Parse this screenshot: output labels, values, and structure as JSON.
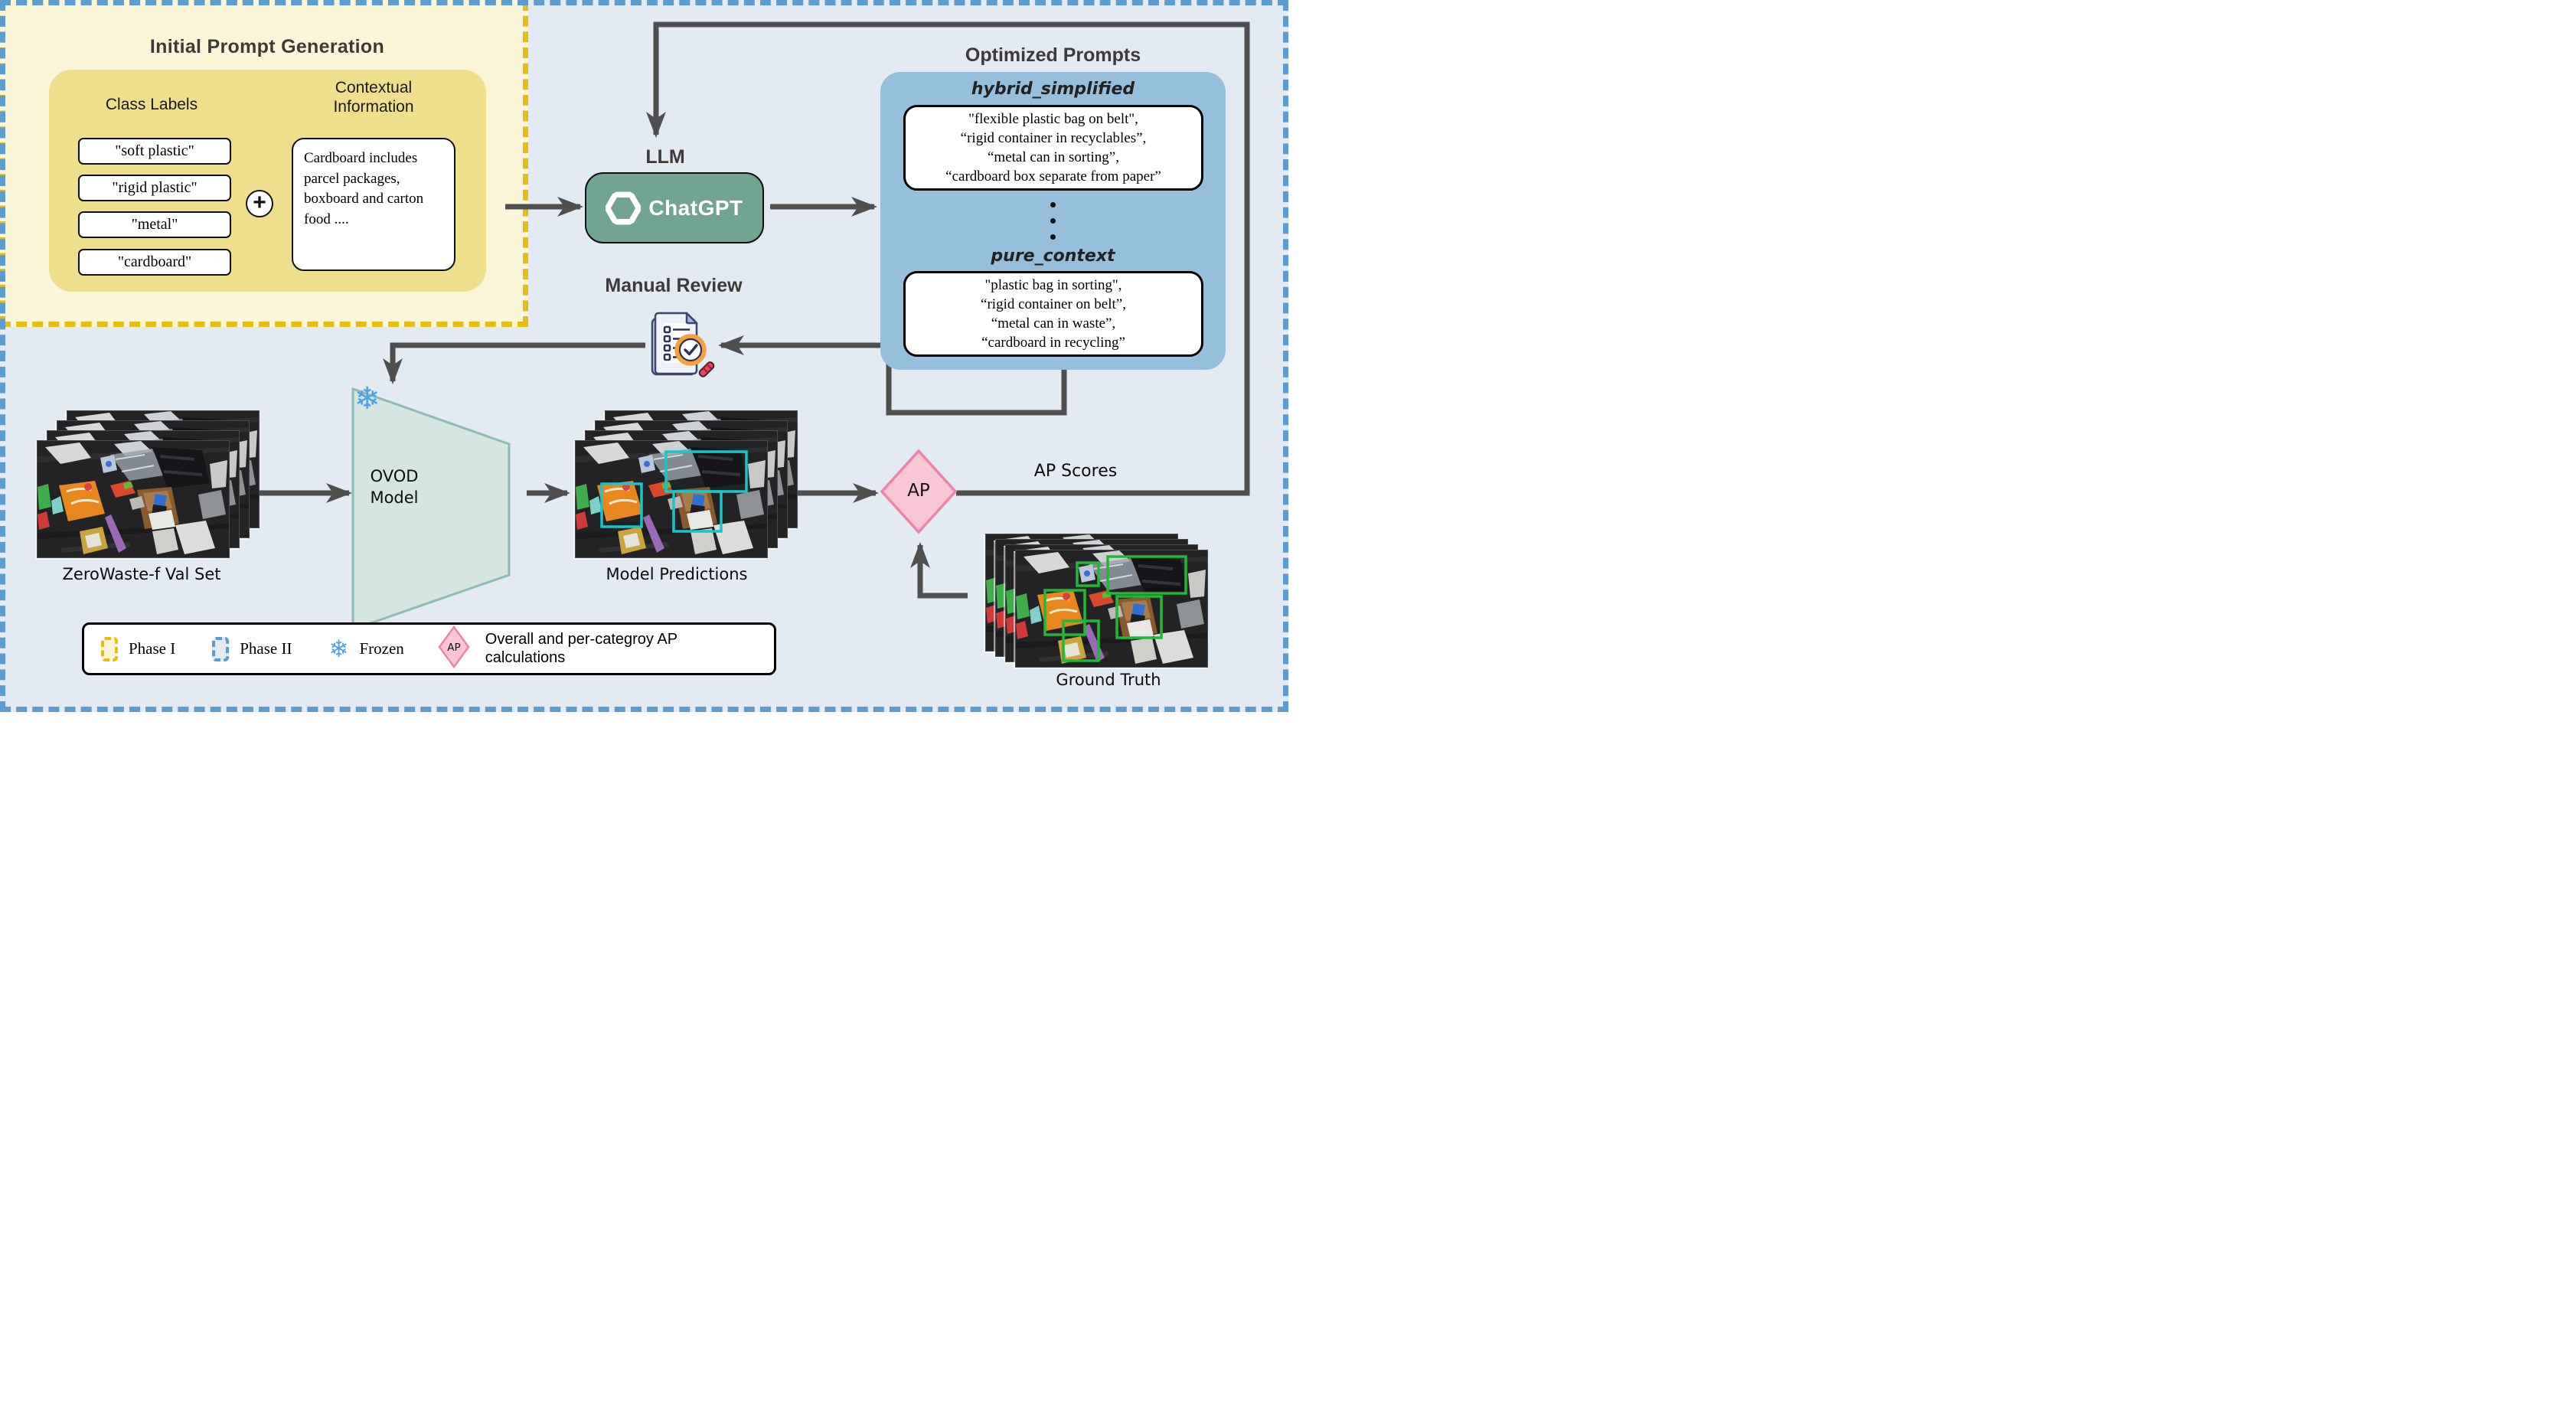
{
  "phase1": {
    "title": "Initial Prompt Generation",
    "class_labels_title": "Class Labels",
    "class_labels": [
      "\"soft plastic\"",
      "\"rigid plastic\"",
      "\"metal\"",
      "\"cardboard\""
    ],
    "plus_sign": "+",
    "context_title": "Contextual Information",
    "context_text": "Cardboard includes parcel packages, boxboard and carton food ...."
  },
  "llm": {
    "label": "LLM",
    "chatgpt_label": "ChatGPT"
  },
  "manual_review": {
    "label": "Manual Review"
  },
  "optimized_prompts": {
    "title": "Optimized Prompts",
    "hybrid_title": "hybrid_simplified",
    "hybrid_lines": [
      "\"flexible plastic bag on belt\",",
      "“rigid container in recyclables”,",
      "“metal can in sorting”,",
      "“cardboard box separate from paper”"
    ],
    "pure_title": "pure_context",
    "pure_lines": [
      "\"plastic bag in sorting\",",
      "“rigid container on belt”,",
      "“metal can in waste”,",
      "“cardboard in recycling”"
    ]
  },
  "pipeline": {
    "val_set_label": "ZeroWaste-f Val Set",
    "ovod_line1": "OVOD",
    "ovod_line2": "Model",
    "predictions_label": "Model Predictions",
    "ap_label": "AP",
    "ap_scores_label": "AP Scores",
    "ground_truth_label": "Ground Truth"
  },
  "legend": {
    "phase1_label": "Phase I",
    "phase2_label": "Phase II",
    "frozen_label": "Frozen",
    "ap_label": "AP",
    "ap_description": "Overall and per-categroy AP calculations"
  },
  "icons": {
    "snowflake": "❄"
  },
  "colors": {
    "phase1_dash": "#e6bd13",
    "phase2_dash": "#5b9dd0",
    "chatgpt_green": "#72a492",
    "prompts_panel_blue": "#95bfdc",
    "ovod_fill": "#d5e6e2",
    "ap_pink_fill": "#f9c6d6",
    "ap_pink_stroke": "#ed85a8",
    "arrow_gray": "#4f4f4f",
    "prediction_box": "#19c5c9",
    "ground_truth_box": "#1fb935"
  }
}
